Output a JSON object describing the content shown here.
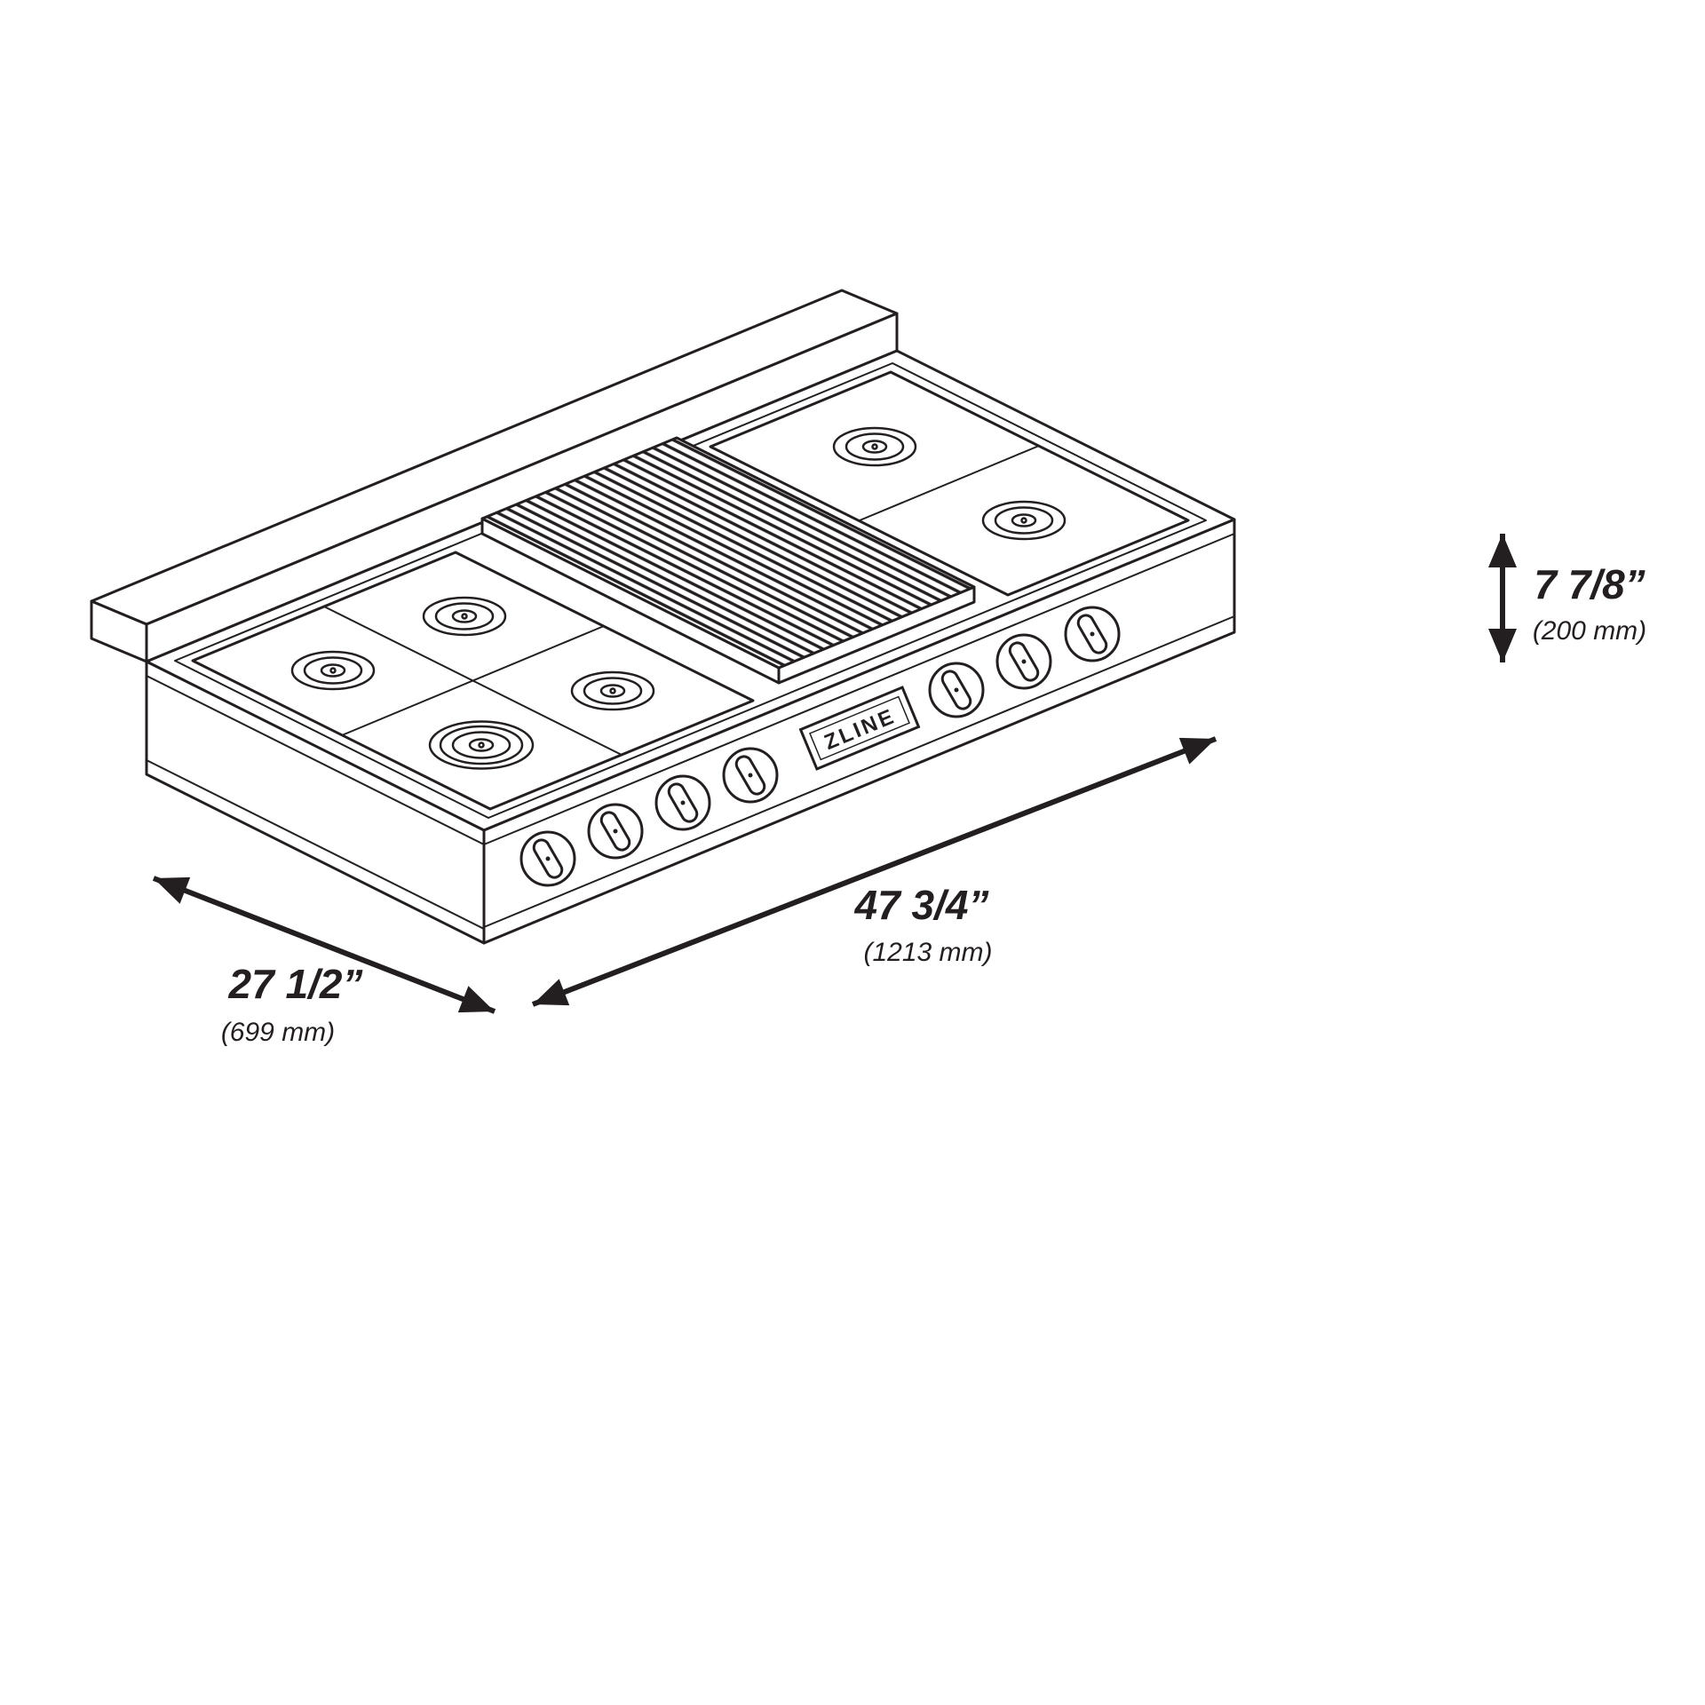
{
  "diagram": {
    "subject": "Isometric line drawing of a ZLINE gas rangetop with griddle",
    "knob_count": 7,
    "visible_burner_count": 6,
    "has_griddle": true
  },
  "product": {
    "brand": "ZLINE"
  },
  "dimensions": {
    "height": {
      "label_in": "7 7/8”",
      "label_mm": "(200 mm)"
    },
    "width": {
      "label_in": "47 3/4”",
      "label_mm": "(1213 mm)"
    },
    "depth": {
      "label_in": "27 1/2”",
      "label_mm": "(699 mm)"
    }
  },
  "colors": {
    "line": "#231f20",
    "background": "#ffffff"
  }
}
